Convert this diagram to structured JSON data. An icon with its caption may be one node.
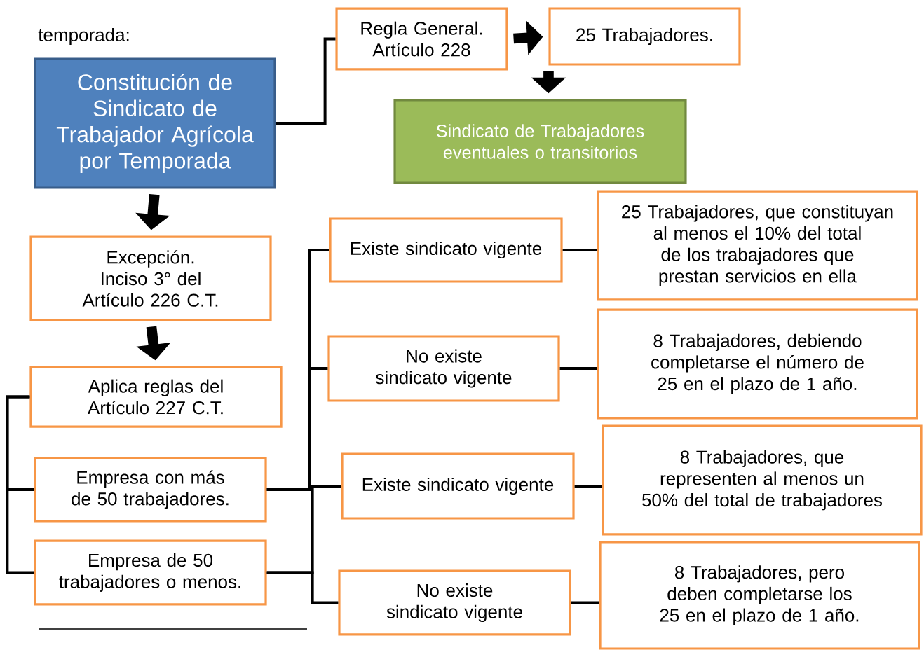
{
  "diagram": {
    "nodes": [
      {
        "text": [
          "Constitución de Sindicato de Trabajador Agrícola por Temporada"
        ]
      },
      {
        "text": [
          "Regla General.",
          "Artículo 228"
        ]
      },
      {
        "text": [
          "25 Trabajadores."
        ]
      },
      {
        "text": [
          "Sindicato de Trabajadores eventuales o transitorios"
        ]
      },
      {
        "text": [
          "Excepción.",
          "Inciso 3° del Artículo 226 C.T."
        ]
      },
      {
        "text": [
          "Aplica reglas del Artículo 227 C.T."
        ]
      },
      {
        "text": [
          "Empresa con más de 50 trabajadores."
        ]
      },
      {
        "text": [
          "Empresa de 50 trabajadores o menos."
        ]
      },
      {
        "text": [
          "Existe sindicato vigente"
        ]
      },
      {
        "text": [
          "No existe sindicato vigente"
        ]
      },
      {
        "text": [
          "25 Trabajadores, que constituyan al menos el 10% del total de los trabajadores que prestan servicios en ella"
        ]
      },
      {
        "text": [
          "8 Trabajadores, debiendo completarse el número de 25 en el plazo de 1 año."
        ]
      },
      {
        "text": [
          "Existe sindicato vigente"
        ]
      },
      {
        "text": [
          "No existe sindicato vigente"
        ]
      },
      {
        "text": [
          "8 Trabajadores, que representen al menos un 50% del total de trabajadores"
        ]
      },
      {
        "text": [
          "8 Trabajadores, pero deben completarse los 25 en el plazo de 1 año."
        ]
      }
    ],
    "edges": [
      {
        "from": 0,
        "to": 1,
        "arrow": "none"
      },
      {
        "from": 1,
        "to": 2,
        "arrow": "to",
        "style": "thick"
      },
      {
        "from": 2,
        "to": 3,
        "arrow": "to",
        "style": "thick"
      },
      {
        "from": 0,
        "to": 4,
        "arrow": "to",
        "style": "thick"
      },
      {
        "from": 4,
        "to": 5,
        "arrow": "to",
        "style": "thick"
      },
      {
        "from": 5,
        "to": 6,
        "arrow": "none"
      },
      {
        "from": 5,
        "to": 7,
        "arrow": "none"
      },
      {
        "from": 6,
        "to": 8,
        "arrow": "none"
      },
      {
        "from": 6,
        "to": 9,
        "arrow": "none"
      },
      {
        "from": 7,
        "to": 12,
        "arrow": "none"
      },
      {
        "from": 7,
        "to": 13,
        "arrow": "none"
      },
      {
        "from": 8,
        "to": 10,
        "arrow": "none"
      },
      {
        "from": 9,
        "to": 11,
        "arrow": "none"
      },
      {
        "from": 12,
        "to": 14,
        "arrow": "none"
      },
      {
        "from": 13,
        "to": 15,
        "arrow": "none"
      }
    ],
    "labels": [
      "temporada:"
    ]
  }
}
